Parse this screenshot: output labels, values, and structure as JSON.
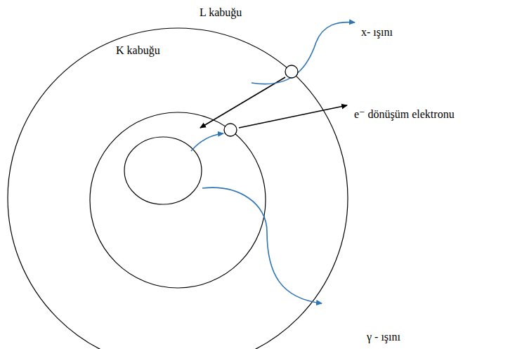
{
  "diagram": {
    "labels": [
      "L kabuğu",
      "K kabuğu",
      "x- ışını",
      "e⁻ dönüşüm elektronu",
      "γ - ışını"
    ]
  }
}
